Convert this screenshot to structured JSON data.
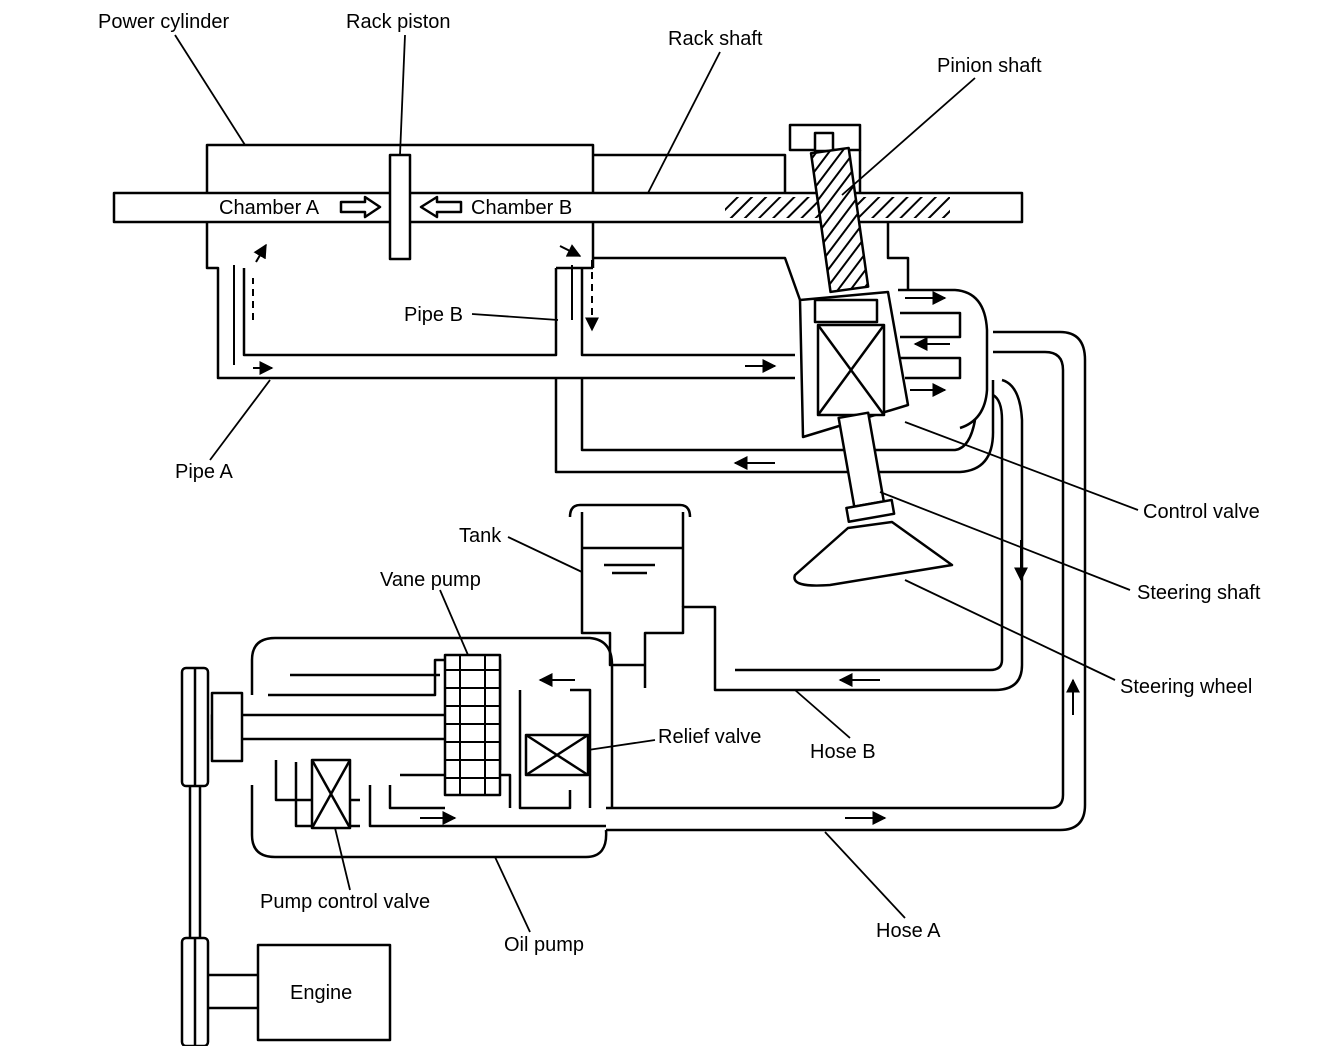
{
  "labels": {
    "power_cylinder": "Power cylinder",
    "rack_piston": "Rack piston",
    "rack_shaft": "Rack shaft",
    "pinion_shaft": "Pinion shaft",
    "chamber_a": "Chamber A",
    "chamber_b": "Chamber B",
    "pipe_b": "Pipe B",
    "pipe_a": "Pipe A",
    "control_valve": "Control valve",
    "tank": "Tank",
    "vane_pump": "Vane pump",
    "steering_shaft": "Steering shaft",
    "steering_wheel": "Steering wheel",
    "relief_valve": "Relief valve",
    "hose_b": "Hose B",
    "pump_control_valve": "Pump control valve",
    "oil_pump": "Oil pump",
    "hose_a": "Hose A",
    "engine": "Engine"
  },
  "colors": {
    "line": "#000000",
    "background": "#ffffff"
  }
}
